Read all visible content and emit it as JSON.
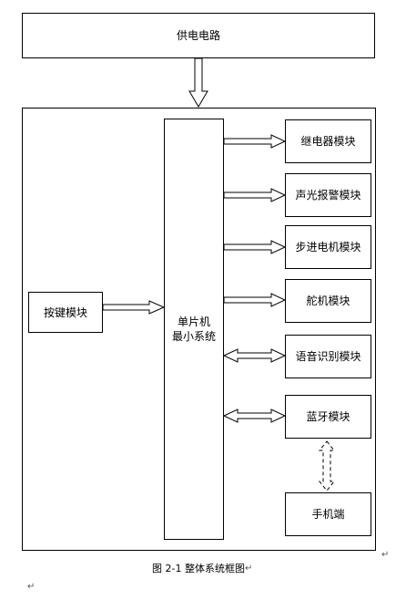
{
  "power": {
    "label": "供电电路"
  },
  "keypad": {
    "label": "按键模块"
  },
  "mcu": {
    "line1": "单片机",
    "line2": "最小系统"
  },
  "modules": [
    {
      "label": "继电器模块"
    },
    {
      "label": "声光报警模块"
    },
    {
      "label": "步进电机模块"
    },
    {
      "label": "舵机模块"
    },
    {
      "label": "语音识别模块"
    },
    {
      "label": "蓝牙模块"
    }
  ],
  "phone": {
    "label": "手机端"
  },
  "caption": "图 2-1 整体系统框图",
  "para_mark": "↵"
}
